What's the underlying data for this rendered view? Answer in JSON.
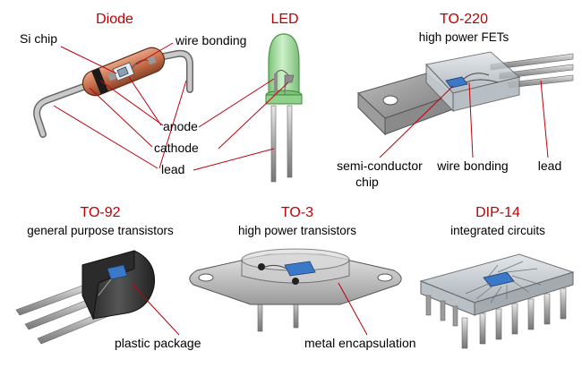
{
  "colors": {
    "title_red": "#c00000",
    "leader_red": "#c0000f",
    "diode_body": "#c8704b",
    "led_green": "#8fd08a",
    "chip_blue": "#3a78c8",
    "metal_grey": "#b8b8b8",
    "plastic_dark": "#3a3a3a"
  },
  "diode": {
    "title": "Diode",
    "labels": {
      "si_chip": "Si chip",
      "wire_bonding": "wire bonding",
      "anode": "anode",
      "cathode": "cathode",
      "lead": "lead"
    }
  },
  "led": {
    "title": "LED"
  },
  "to220": {
    "title": "TO-220",
    "subtitle": "high power FETs",
    "labels": {
      "semiconductor_line1": "semi-conductor",
      "semiconductor_line2": "chip",
      "wire_bonding": "wire bonding",
      "lead": "lead"
    }
  },
  "to92": {
    "title": "TO-92",
    "subtitle": "general purpose transistors",
    "labels": {
      "plastic_package": "plastic package"
    }
  },
  "to3": {
    "title": "TO-3",
    "subtitle": "high power transistors",
    "labels": {
      "metal_encapsulation": "metal encapsulation"
    }
  },
  "dip14": {
    "title": "DIP-14",
    "subtitle": "integrated circuits"
  }
}
